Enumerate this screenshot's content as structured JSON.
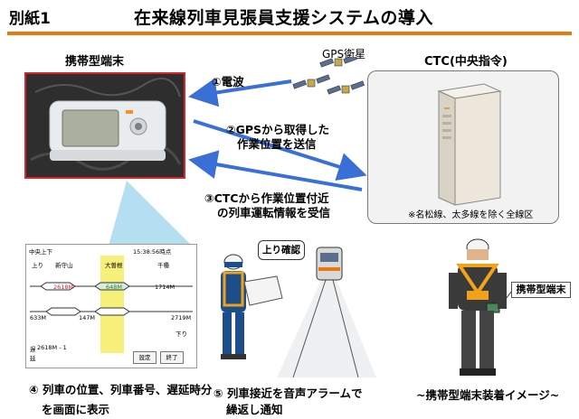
{
  "header": {
    "label": "別紙1",
    "title": "在来線列車見張員支援システムの導入",
    "rule_color": "#e8770f"
  },
  "device": {
    "label": "携帯型端末"
  },
  "gps": {
    "label": "GPS衛星"
  },
  "ctc": {
    "label": "CTC(中央指令)",
    "note": "※名松線、太多線を除く全線区"
  },
  "flows": {
    "step1": "①電波",
    "step2_line1": "②GPSから取得した",
    "step2_line2": "作業位置を送信",
    "step3_line1": "③CTCから作業位置付近",
    "step3_line2": "の列車運転情報を受信"
  },
  "screen": {
    "line_name": "中央上下",
    "time": "15:38:56時点",
    "dir_up": "上り",
    "dir_down": "下り",
    "station_left": "新守山",
    "station_center": "大曽根",
    "station_right": "千種",
    "train_up": "2618M",
    "train_center": "648M",
    "train_right": "1714M",
    "train_low_left": "633M",
    "train_low_center": "147M",
    "train_low_right": "2719M",
    "delay_label": "遅",
    "delay_value": "2618M - 1",
    "delay_unit": "延",
    "btn_settings": "設定",
    "btn_end": "終了"
  },
  "captions": {
    "step4_line1": "④ 列車の位置、列車番号、遅延時分",
    "step4_line2": "を画面に表示",
    "step5_line1": "⑤  列車接近を音声アラームで",
    "step5_line2": "繰返し通知",
    "bubble": "上り確認",
    "worn_tag": "携帯型端末",
    "worn_caption": "~携帯型端末装着イメージ~"
  },
  "colors": {
    "arrow": "#3a6fd8",
    "frame": "#d9252a",
    "highlight": "#f6f07a",
    "callout": "#a9d8ef"
  }
}
